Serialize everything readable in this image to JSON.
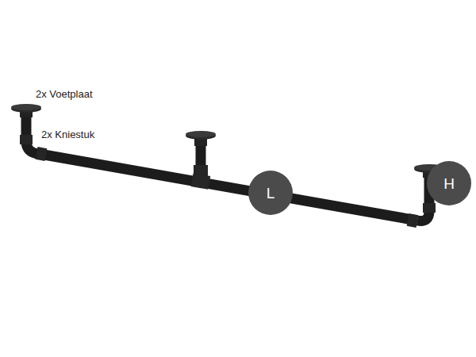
{
  "diagram": {
    "nodes": [
      {
        "text": [
          "L"
        ]
      },
      {
        "text": [
          "H"
        ]
      }
    ],
    "labels": [
      "2x Voetplaat",
      "2x Kniestuk"
    ]
  }
}
